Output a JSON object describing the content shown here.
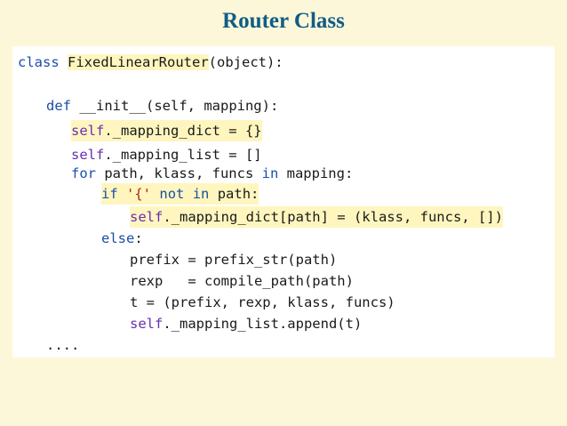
{
  "slide": {
    "title": "Router Class"
  },
  "code": {
    "l1": {
      "kw": "class",
      "name": "FixedLinearRouter",
      "rest": "(object):"
    },
    "l2": {
      "kw": "def",
      "rest": "__init__(self, mapping):"
    },
    "l3": {
      "self": "self",
      "rest": "._mapping_dict = {}"
    },
    "l4": {
      "self": "self",
      "rest": "._mapping_list = []"
    },
    "l5": {
      "kw_for": "for",
      "a": " path, klass, funcs ",
      "kw_in": "in",
      "b": " mapping:"
    },
    "l6": {
      "kw_if": "if",
      "str": "'{'",
      "kw_not": "not",
      "kw_in": "in",
      "b": " path:"
    },
    "l7": {
      "self": "self",
      "rest": "._mapping_dict[path] = (klass, funcs, [])"
    },
    "l8": {
      "kw": "else",
      "rest": ":"
    },
    "l9": {
      "text": "prefix = prefix_str(path)"
    },
    "l10": {
      "text": "rexp   = compile_path(path)"
    },
    "l11": {
      "text": "t = (prefix, rexp, klass, funcs)"
    },
    "l12": {
      "self": "self",
      "rest": "._mapping_list.append(t)"
    },
    "l13": {
      "text": "...."
    }
  }
}
